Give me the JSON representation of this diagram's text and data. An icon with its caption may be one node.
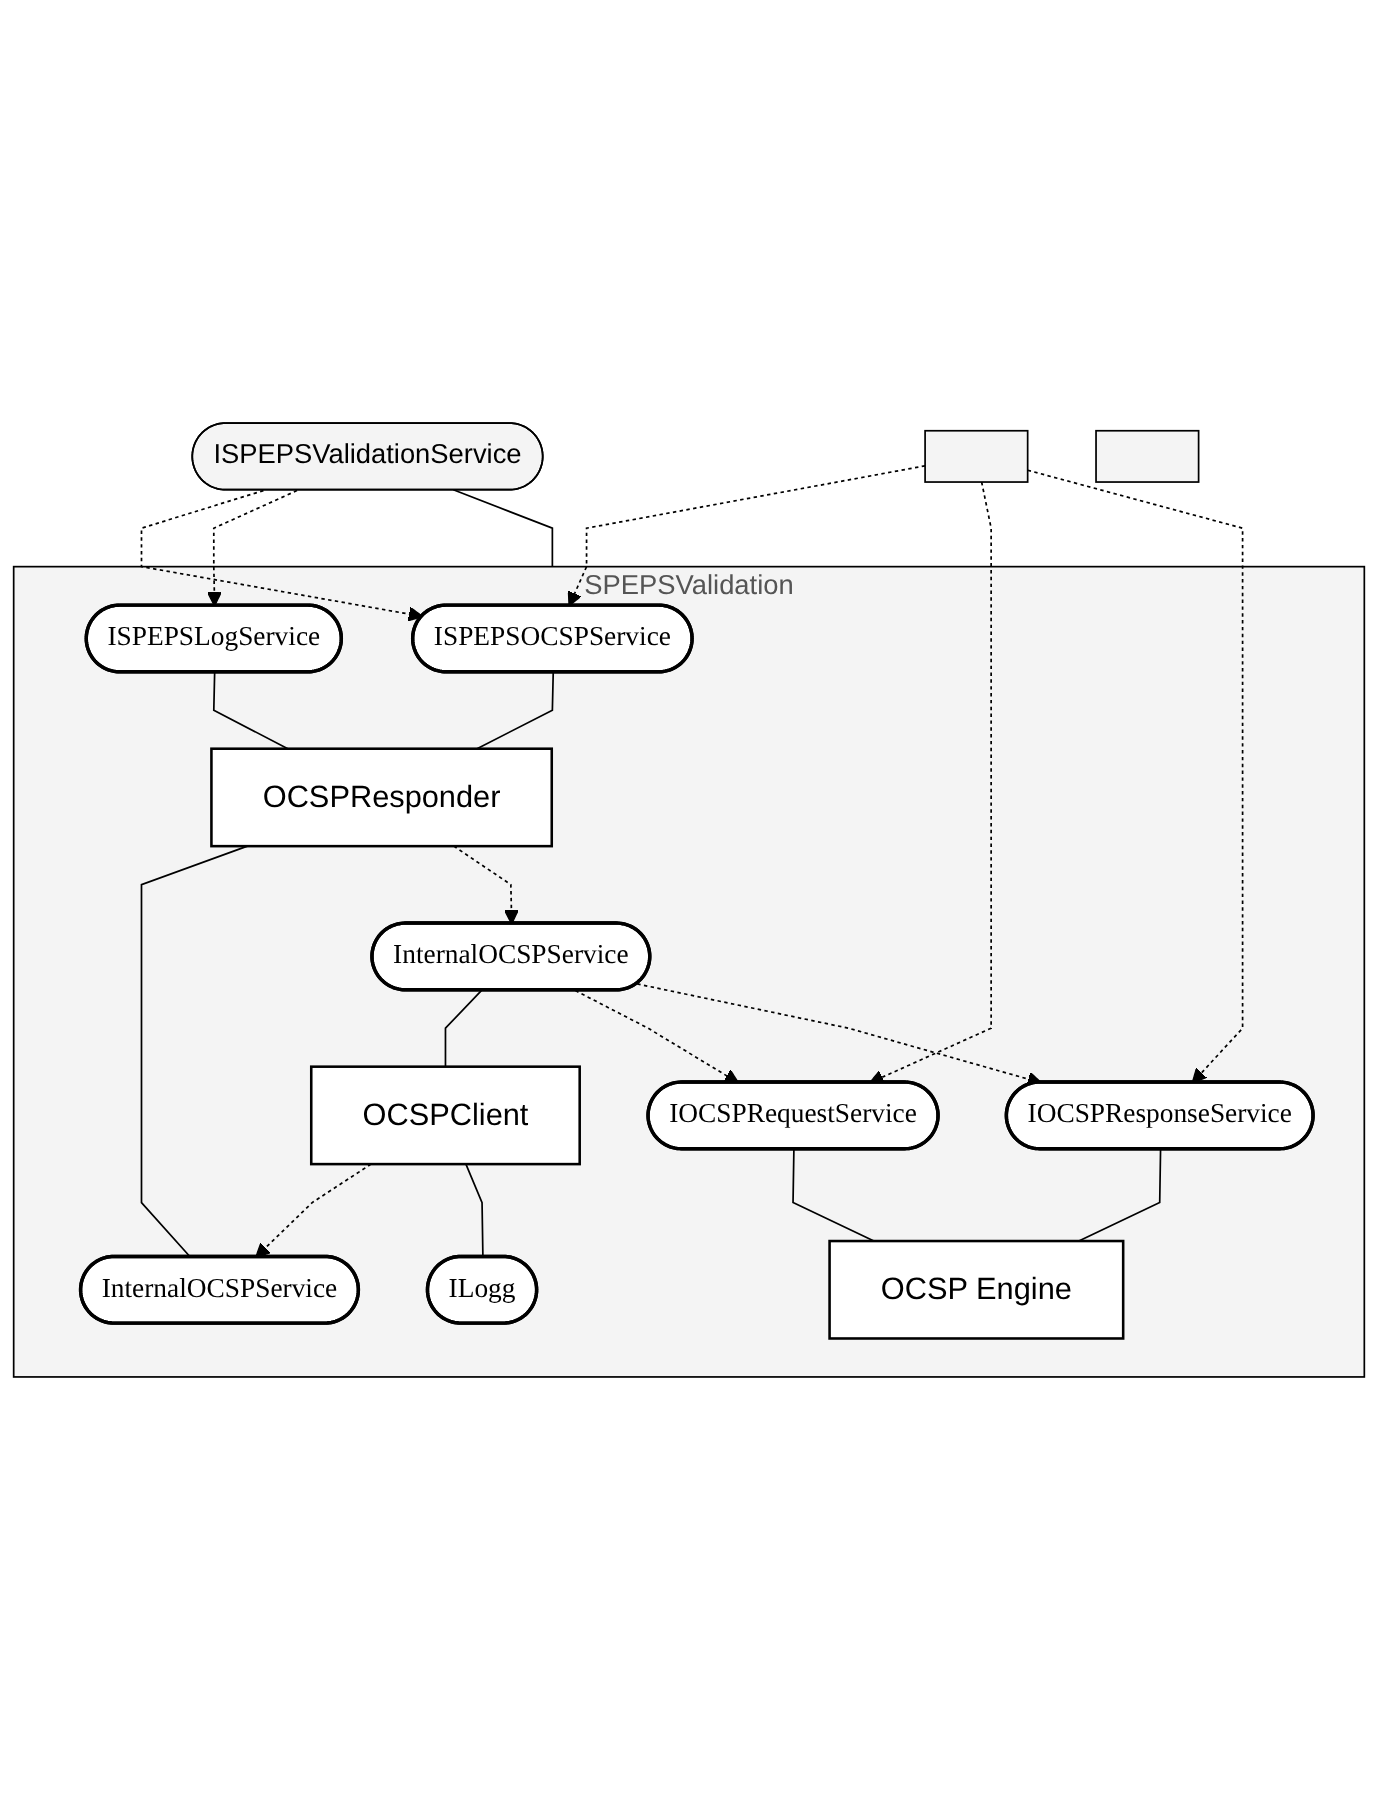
{
  "diagram": {
    "nodes": [
      {
        "text": [
          "ISPEPSValidationService"
        ]
      },
      {
        "text": [
          "SPEPSValidation"
        ]
      },
      {
        "text": [],
        "shape": "box"
      },
      {
        "text": [],
        "shape": "box"
      },
      {
        "text": [
          "ISPEPSOCSPService"
        ],
        "in": 1
      },
      {
        "text": [
          "ISPEPSLogService"
        ],
        "in": 1
      },
      {
        "text": [
          "OCSPResponder"
        ],
        "in": 1
      },
      {
        "text": [
          "InternalOCSPService"
        ],
        "in": 1
      },
      {
        "text": [
          "InternalOCSPService"
        ],
        "in": 1
      },
      {
        "text": [
          "OCSPClient"
        ],
        "in": 1
      },
      {
        "text": [
          "ILogg"
        ],
        "in": 1
      },
      {
        "text": [
          "IOCSPRequestService"
        ],
        "in": 1
      },
      {
        "text": [
          "IOCSPResponseService"
        ],
        "in": 1
      },
      {
        "text": [
          "OCSP Engine"
        ],
        "in": 1
      }
    ],
    "edges": [
      {
        "from": 0,
        "to": 1,
        "arrow": "none"
      },
      {
        "from": 0,
        "to": 4,
        "arrow": "to",
        "style": "dashed"
      },
      {
        "from": 0,
        "to": 5,
        "arrow": "to",
        "style": "dashed"
      },
      {
        "from": 2,
        "to": 4,
        "arrow": "to",
        "style": "dashed"
      },
      {
        "from": 4,
        "to": 6,
        "arrow": "none"
      },
      {
        "from": 5,
        "to": 6,
        "arrow": "none"
      },
      {
        "from": 6,
        "to": 7,
        "arrow": "none"
      },
      {
        "from": 6,
        "to": 8,
        "arrow": "to",
        "style": "dashed"
      },
      {
        "from": 9,
        "to": 7,
        "arrow": "to",
        "style": "dashed"
      },
      {
        "from": 8,
        "to": 9,
        "arrow": "none"
      },
      {
        "from": 9,
        "to": 10,
        "arrow": "none"
      },
      {
        "from": 8,
        "to": 11,
        "arrow": "to",
        "style": "dashed"
      },
      {
        "from": 8,
        "to": 12,
        "arrow": "to",
        "style": "dashed"
      },
      {
        "from": 2,
        "to": 11,
        "arrow": "to",
        "style": "dashed"
      },
      {
        "from": 2,
        "to": 12,
        "arrow": "to",
        "style": "dashed"
      },
      {
        "from": 11,
        "to": 13,
        "arrow": "none"
      },
      {
        "from": 12,
        "to": 13,
        "arrow": "none"
      }
    ]
  }
}
